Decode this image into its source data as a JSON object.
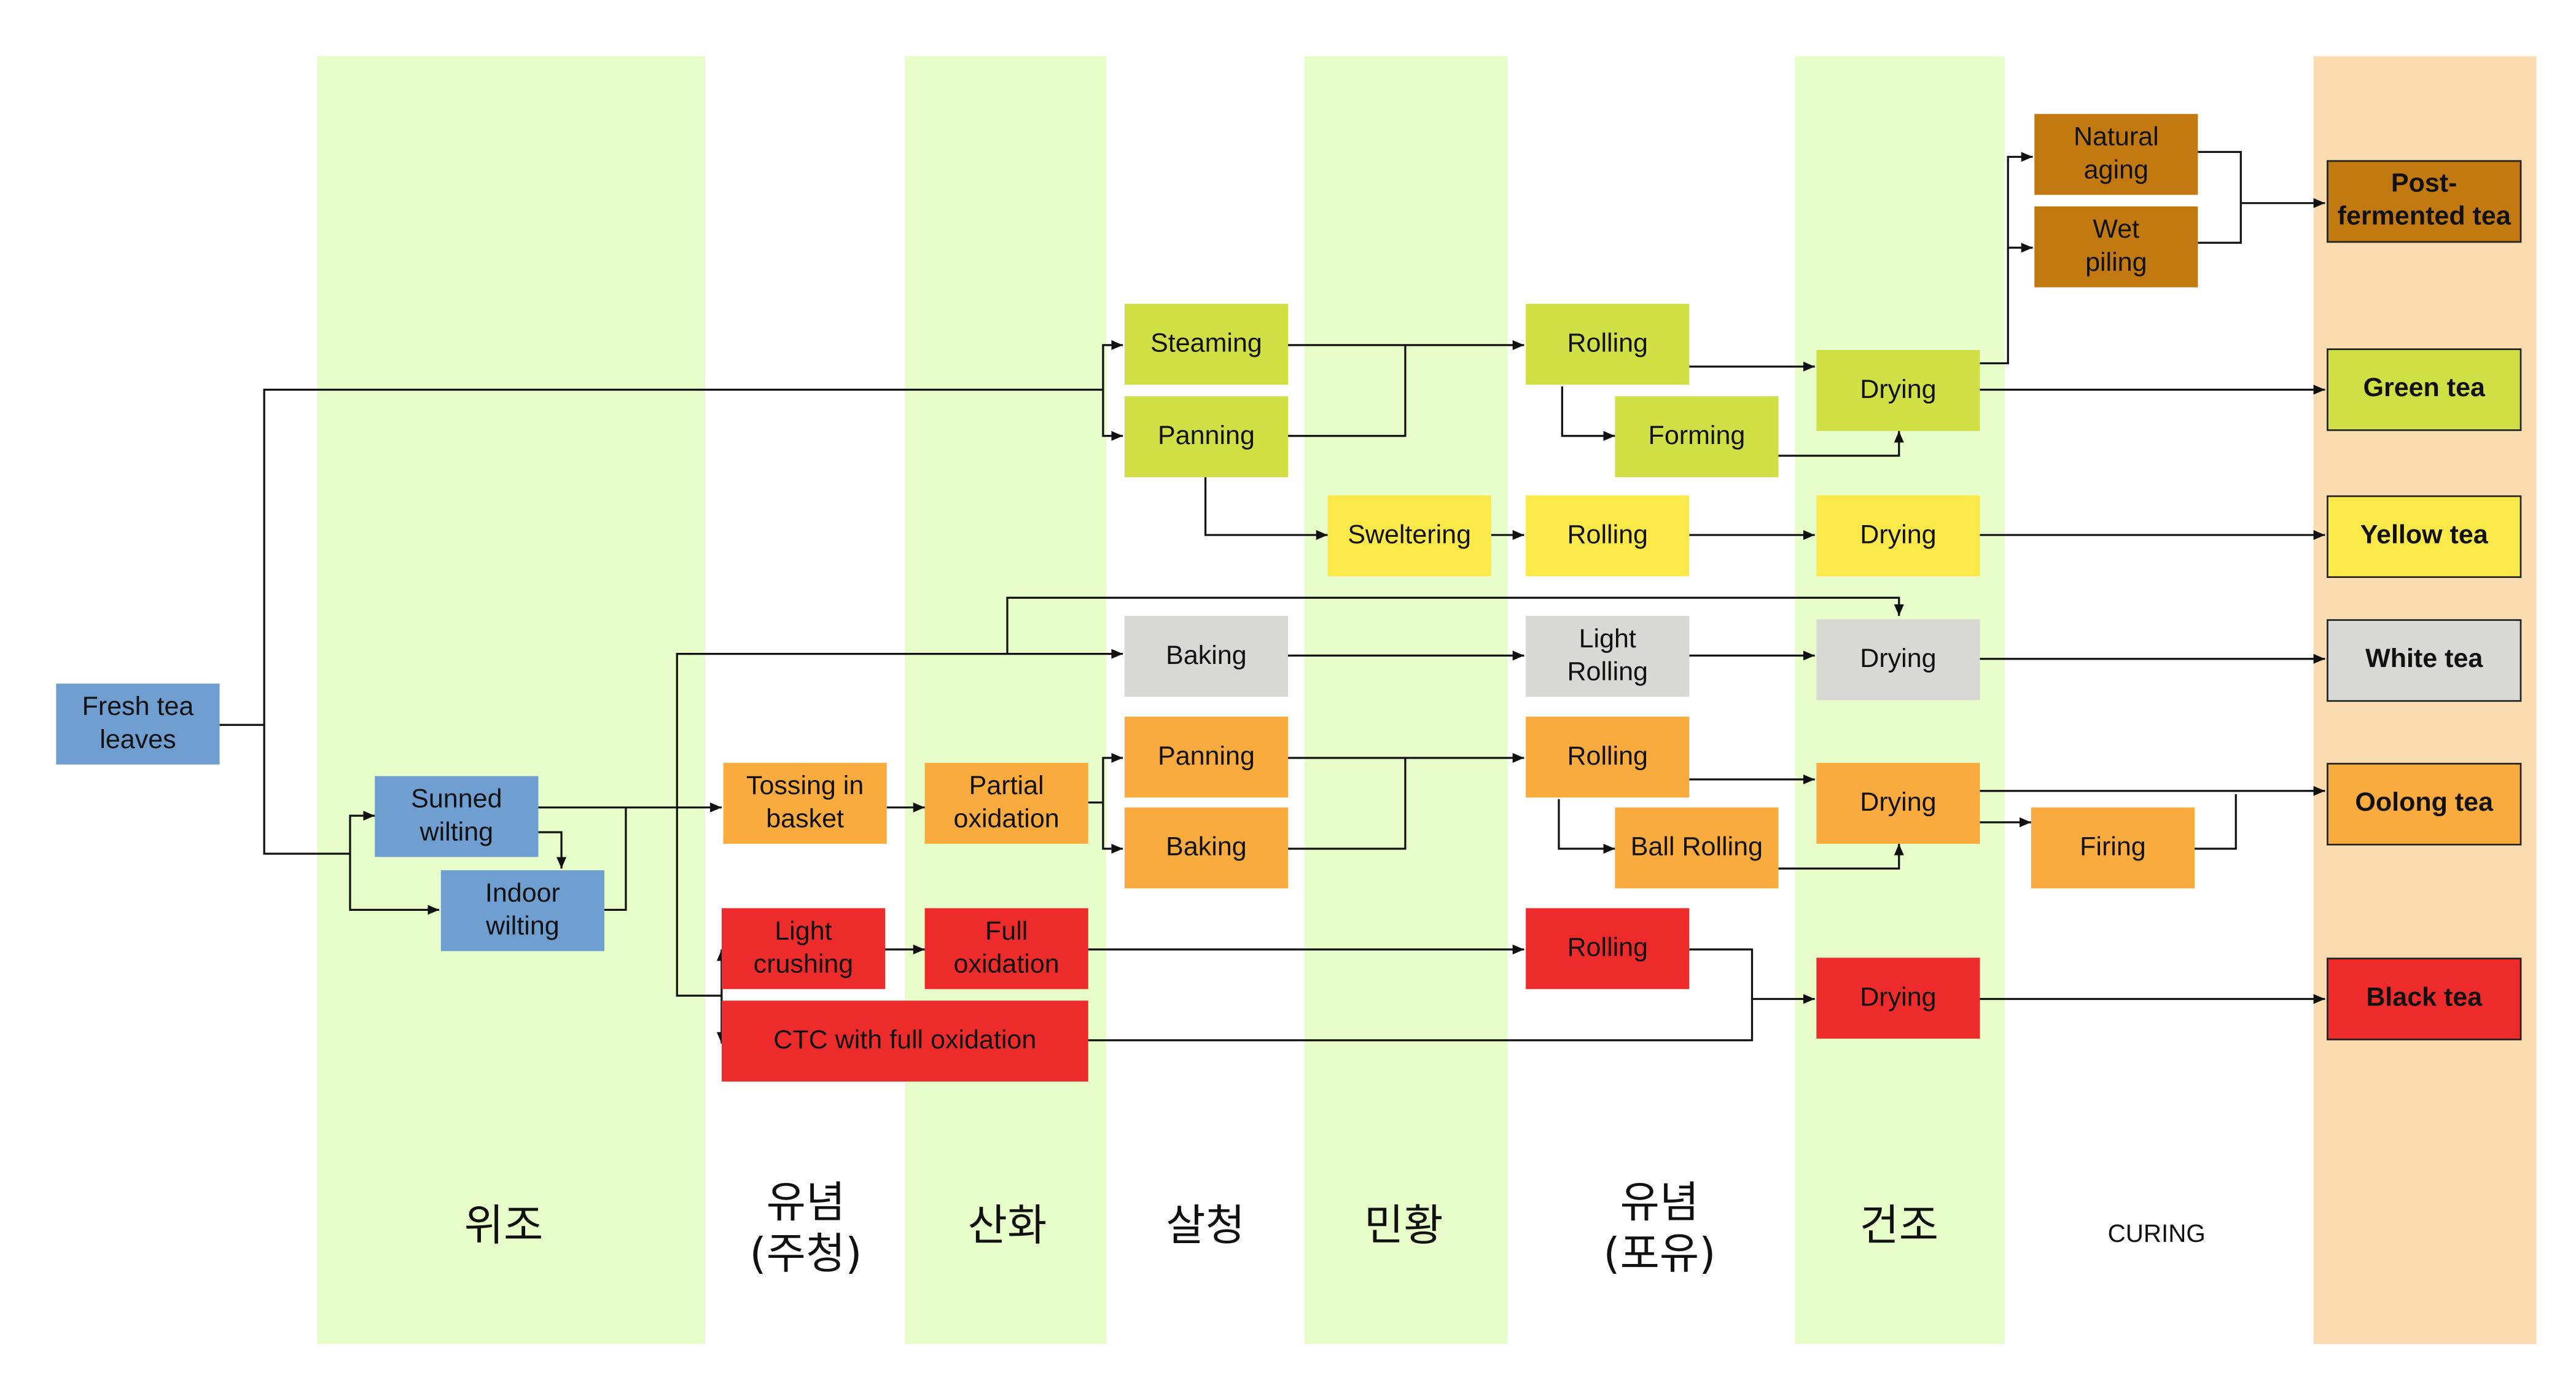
{
  "colors": {
    "band_green": "#e7fdca",
    "band_orange": "#fbdcb0",
    "fresh": "#6f9fd0",
    "postfermented": "#c27a10",
    "green": "#d0e044",
    "yellow": "#fbe94a",
    "white": "#d8d9d5",
    "oolong": "#f9ab3e",
    "black": "#ee2b2b"
  },
  "stages": {
    "withering": "위조",
    "rolling_1": "유념\n(주청)",
    "oxidation": "산화",
    "fixing": "살청",
    "yellowing": "민황",
    "rolling_2": "유념\n(포유)",
    "drying": "건조",
    "curing": "CURING"
  },
  "nodes": {
    "fresh_leaves": "Fresh tea\nleaves",
    "sunned_wilting": "Sunned\nwilting",
    "indoor_wilting": "Indoor\nwilting",
    "tossing_basket": "Tossing in\nbasket",
    "partial_oxidation": "Partial\noxidation",
    "light_crushing": "Light\ncrushing",
    "full_oxidation": "Full\noxidation",
    "ctc": "CTC with full oxidation",
    "steaming": "Steaming",
    "panning_green": "Panning",
    "sweltering": "Sweltering",
    "baking_white": "Baking",
    "panning_oolong": "Panning",
    "baking_oolong": "Baking",
    "rolling_green": "Rolling",
    "forming": "Forming",
    "rolling_yellow": "Rolling",
    "light_rolling": "Light\nRolling",
    "rolling_oolong": "Rolling",
    "ball_rolling": "Ball Rolling",
    "rolling_black": "Rolling",
    "drying_green": "Drying",
    "drying_yellow": "Drying",
    "drying_white": "Drying",
    "drying_oolong": "Drying",
    "drying_black": "Drying",
    "natural_aging": "Natural\naging",
    "wet_piling": "Wet\npiling",
    "firing": "Firing"
  },
  "outputs": {
    "postfermented": "Post-\nfermented tea",
    "green": "Green tea",
    "yellow": "Yellow tea",
    "white": "White tea",
    "oolong": "Oolong tea",
    "black": "Black tea"
  }
}
